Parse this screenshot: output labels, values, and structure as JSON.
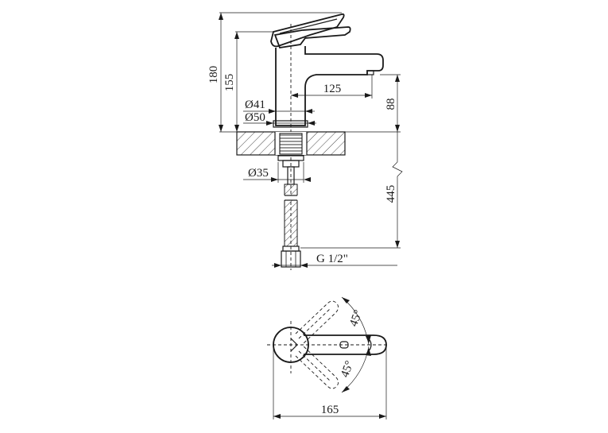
{
  "dimensions": {
    "height_total": "180",
    "height_body": "155",
    "spout_reach": "125",
    "spout_height": "88",
    "dia_41": "Ø41",
    "dia_50": "Ø50",
    "dia_35": "Ø35",
    "hose_length": "445",
    "thread": "G 1/2\"",
    "top_width": "165",
    "angle_upper": "45°",
    "angle_lower": "45°"
  }
}
